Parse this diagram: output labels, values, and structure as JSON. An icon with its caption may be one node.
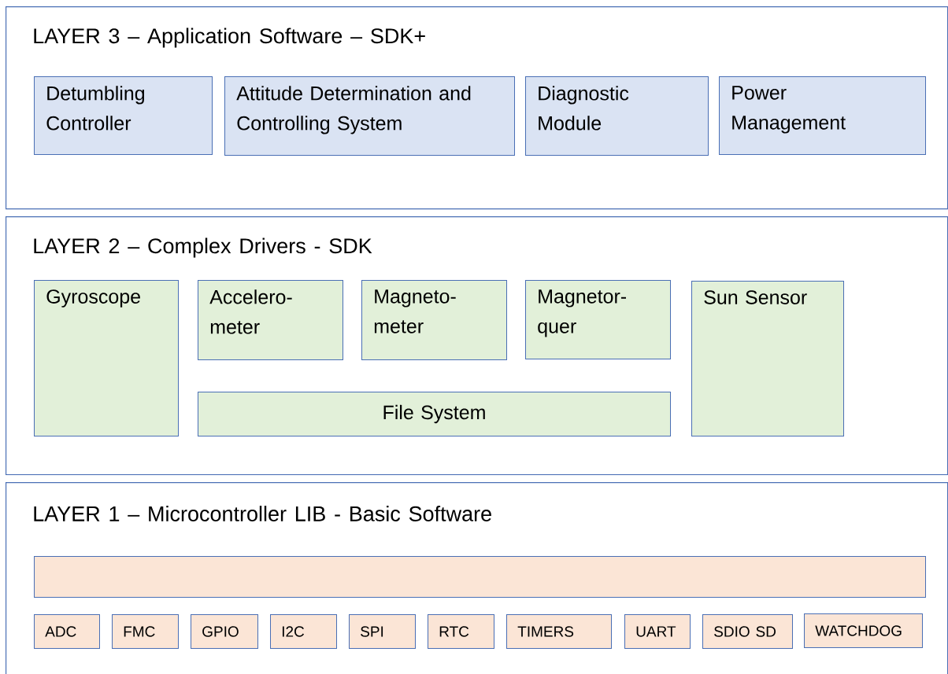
{
  "diagram": {
    "nodes": [
      {
        "text": [
          "LAYER 3 – Application Software – SDK+"
        ]
      },
      {
        "text": [
          "Detumbling Controller"
        ],
        "in": 0
      },
      {
        "text": [
          "Attitude Determination and Controlling System"
        ],
        "in": 0
      },
      {
        "text": [
          "Diagnostic Module"
        ],
        "in": 0
      },
      {
        "text": [
          "Power Management"
        ],
        "in": 0
      },
      {
        "text": [
          "LAYER 2 – Complex Drivers - SDK"
        ]
      },
      {
        "text": [
          "Gyroscope"
        ],
        "in": 5
      },
      {
        "text": [
          "Accelero- meter"
        ],
        "in": 5
      },
      {
        "text": [
          "Magneto- meter"
        ],
        "in": 5
      },
      {
        "text": [
          "Magnetor- quer"
        ],
        "in": 5
      },
      {
        "text": [
          "Sun Sensor"
        ],
        "in": 5
      },
      {
        "text": [
          "File System"
        ],
        "in": 5
      },
      {
        "text": [
          "LAYER 1 – Microcontroller LIB - Basic Software"
        ]
      },
      {
        "text": [],
        "shape": "bar",
        "in": 12
      },
      {
        "text": [
          "ADC"
        ],
        "in": 12
      },
      {
        "text": [
          "FMC"
        ],
        "in": 12
      },
      {
        "text": [
          "GPIO"
        ],
        "in": 12
      },
      {
        "text": [
          "I2C"
        ],
        "in": 12
      },
      {
        "text": [
          "SPI"
        ],
        "in": 12
      },
      {
        "text": [
          "RTC"
        ],
        "in": 12
      },
      {
        "text": [
          "TIMERS"
        ],
        "in": 12
      },
      {
        "text": [
          "UART"
        ],
        "in": 12
      },
      {
        "text": [
          "SDIO SD"
        ],
        "in": 12
      },
      {
        "text": [
          "WATCHDOG"
        ],
        "in": 12
      }
    ]
  }
}
